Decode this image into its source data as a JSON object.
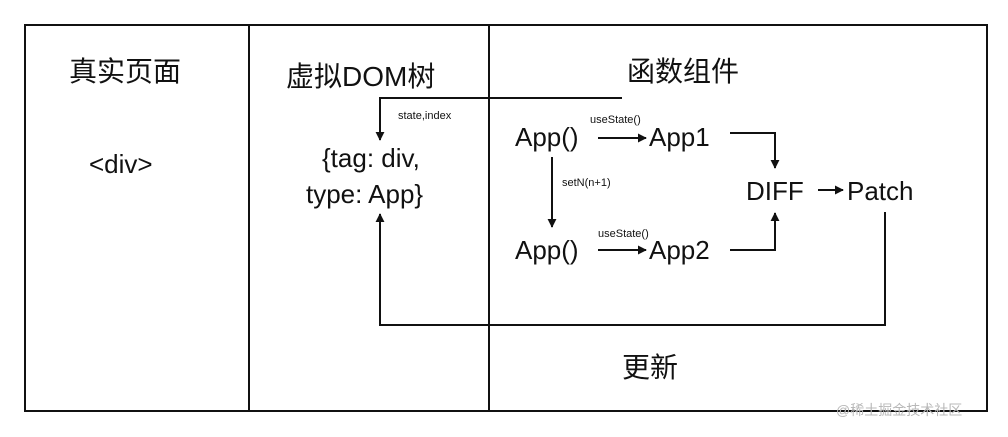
{
  "columns": {
    "real_page": {
      "title": "真实页面",
      "content": "<div>"
    },
    "virtual_dom": {
      "title": "虚拟DOM树",
      "node_line1": "{tag: div,",
      "node_line2": "type: App}"
    },
    "function_component": {
      "title": "函数组件"
    }
  },
  "edges": {
    "state_index": "state,index",
    "use_state_1": "useState()",
    "use_state_2": "useState()",
    "set_n": "setN(n+1)"
  },
  "nodes": {
    "app_call_1": "App()",
    "app_call_2": "App()",
    "app1": "App1",
    "app2": "App2",
    "diff": "DIFF",
    "patch": "Patch"
  },
  "update_label": "更新",
  "watermark": "@稀土掘金技术社区",
  "colors": {
    "line": "#111111",
    "background": "#ffffff",
    "watermark": "#b8b8b8"
  }
}
